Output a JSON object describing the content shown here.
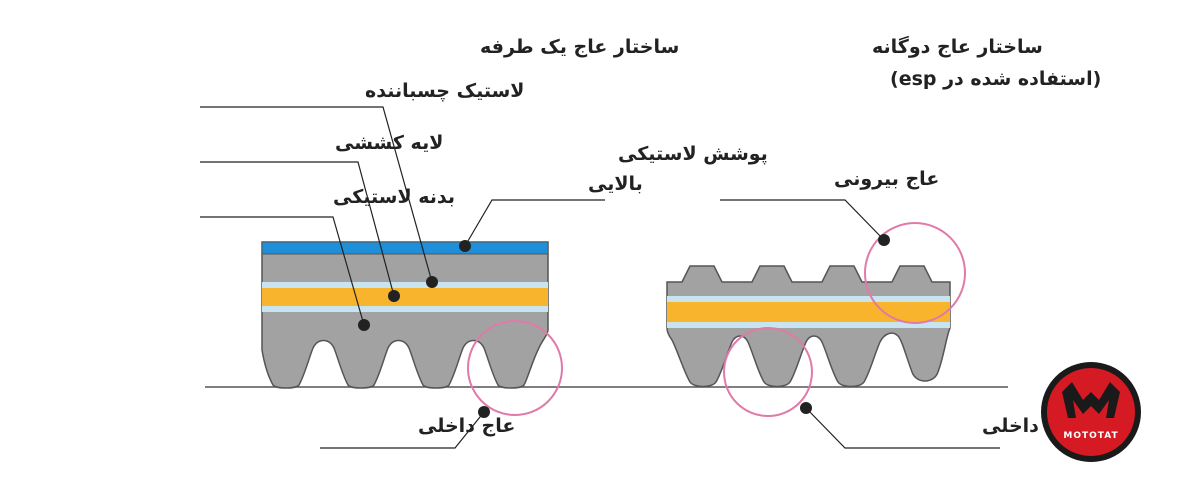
{
  "titles": {
    "single_sided": "ساختار عاج یک طرفه",
    "double_sided_line1": "ساختار عاج دوگانه",
    "double_sided_line2": "(استفاده شده در esp)"
  },
  "labels": {
    "adhesive_rubber": "لاستیک چسباننده",
    "tension_layer": "لایه کششی",
    "rubber_body": "بدنه لاستیکی",
    "top_cover_line1": "پوشش لاستیکی",
    "top_cover_line2": "بالایی",
    "outer_cog": "عاج بیرونی",
    "inner_cog_left": "عاج داخلی",
    "inner_cog_right": "عاج داخلی"
  },
  "logo": {
    "text": "MOTOTAT"
  },
  "colors": {
    "belt_gray": "#a2a2a2",
    "outline": "#555555",
    "top_cover_blue": "#1e8fd8",
    "tension_orange": "#f7b42c",
    "cushion_lightblue": "#c8e4f0",
    "highlight_circle": "#e07aa8",
    "leader": "#222222",
    "logo_red": "#d51a23",
    "logo_dark": "#1a1a1a"
  }
}
